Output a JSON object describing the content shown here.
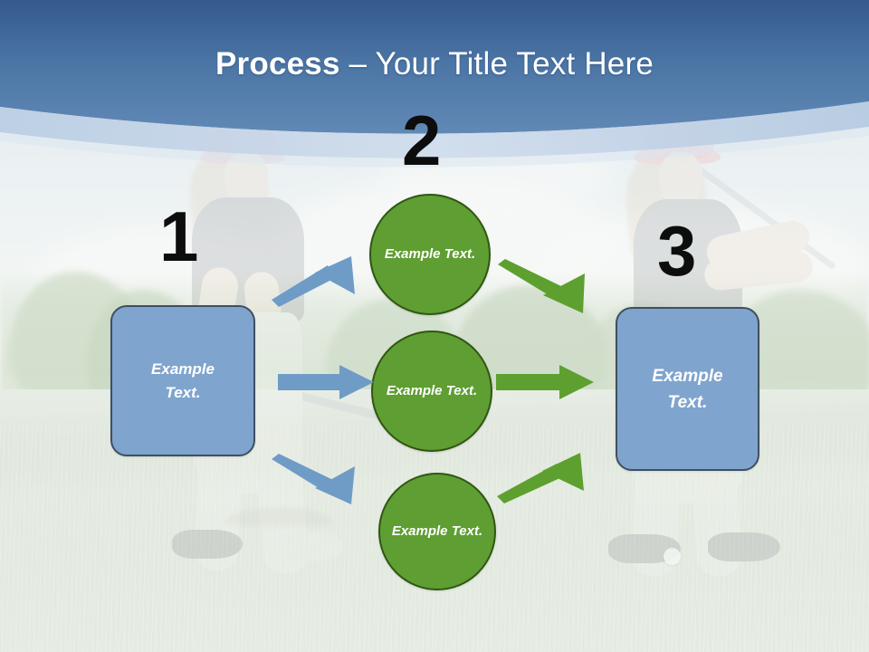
{
  "slide": {
    "title_bold": "Process",
    "title_rest": " – Your Title Text Here",
    "background_description": "golf-course-photo",
    "colors": {
      "header_top": "#3b6397",
      "header_bottom": "#5c86b5",
      "header_band": "#c3d4e7",
      "box_fill": "#7fa4cd",
      "box_border": "#3f4f63",
      "circle_fill": "#5f9e32",
      "circle_border": "#2f5712",
      "blue_arrow": "#6f9bc7",
      "green_arrow": "#5da02f",
      "number_color": "#0d0d0d",
      "title_color": "#ffffff"
    }
  },
  "steps": [
    {
      "number": "1",
      "label_line1": "Example",
      "label_line2": "Text."
    },
    {
      "number": "2",
      "label_line1": "Example",
      "label_line2": "Text."
    },
    {
      "number": "3",
      "label_line1": "Example",
      "label_line2": "Text."
    }
  ],
  "left_box": {
    "line1": "Example",
    "line2": "Text."
  },
  "right_box": {
    "line1": "Example",
    "line2": "Text."
  },
  "circles": [
    {
      "line1": "Example",
      "line2": "Text."
    },
    {
      "line1": "Example",
      "line2": "Text."
    },
    {
      "line1": "Example",
      "line2": "Text."
    }
  ],
  "arrows": {
    "blue_up": "arrow-up-right-icon",
    "blue_mid": "arrow-right-icon",
    "blue_down": "arrow-down-right-icon",
    "green_down": "arrow-down-right-icon",
    "green_mid": "arrow-right-icon",
    "green_up": "arrow-up-right-icon"
  }
}
